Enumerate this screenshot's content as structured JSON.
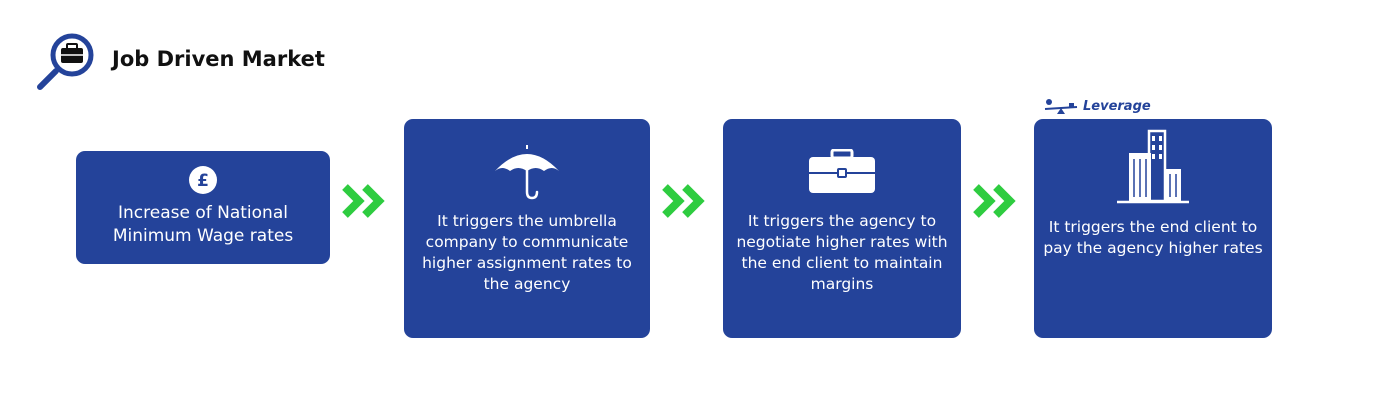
{
  "title": "Job Driven Market",
  "colors": {
    "box": "#24439a",
    "arrow": "#2ecc40",
    "text_on_box": "#ffffff"
  },
  "steps": [
    {
      "icon": "pound-sign-icon",
      "text": "Increase of National Minimum Wage rates"
    },
    {
      "icon": "umbrella-icon",
      "text": "It triggers the umbrella company to communicate higher assignment rates to the agency"
    },
    {
      "icon": "briefcase-icon",
      "text": "It triggers the agency to negotiate higher rates with the end client to maintain margins"
    },
    {
      "icon": "buildings-icon",
      "text": "It triggers the end client to pay the agency higher rates"
    }
  ],
  "leverage": {
    "icon": "seesaw-icon",
    "label": "Leverage"
  },
  "connectors": [
    "double-chevron-right-icon",
    "double-chevron-right-icon",
    "double-chevron-right-icon"
  ]
}
